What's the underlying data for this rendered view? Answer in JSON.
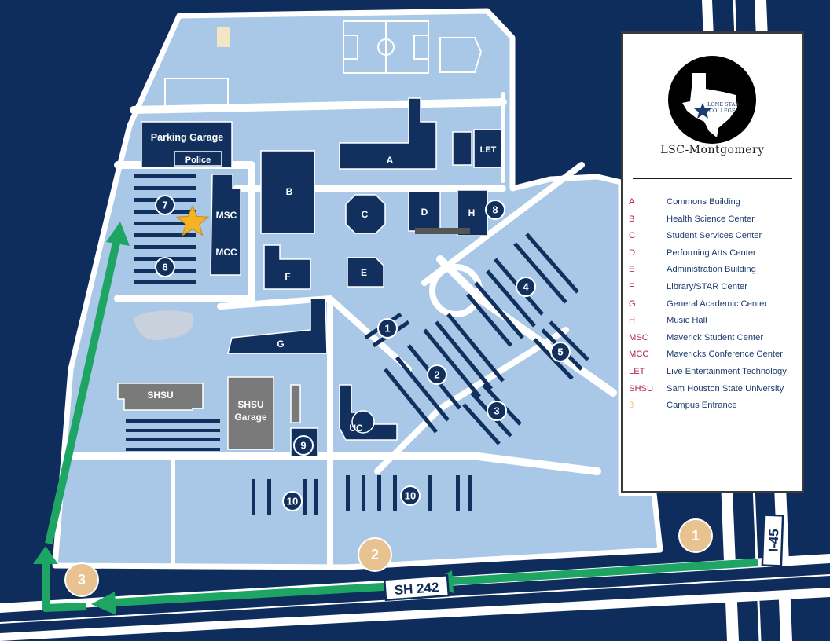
{
  "map": {
    "buildings": {
      "parking_garage": "Parking Garage",
      "police": "Police",
      "msc": "MSC",
      "mcc": "MCC",
      "a": "A",
      "b": "B",
      "c": "C",
      "d": "D",
      "e": "E",
      "f": "F",
      "g": "G",
      "h": "H",
      "let": "LET",
      "uc": "UC",
      "shsu": "SHSU",
      "shsu_garage_line1": "SHSU",
      "shsu_garage_line2": "Garage"
    },
    "parking_lots": [
      {
        "key": "lot-1",
        "number": "1"
      },
      {
        "key": "lot-2",
        "number": "2"
      },
      {
        "key": "lot-3",
        "number": "3"
      },
      {
        "key": "lot-4",
        "number": "4"
      },
      {
        "key": "lot-5",
        "number": "5"
      },
      {
        "key": "lot-6",
        "number": "6"
      },
      {
        "key": "lot-7",
        "number": "7"
      },
      {
        "key": "lot-8",
        "number": "8"
      },
      {
        "key": "lot-9",
        "number": "9"
      },
      {
        "key": "lot-10a",
        "number": "10"
      },
      {
        "key": "lot-10b",
        "number": "10"
      }
    ],
    "entrances": [
      "1",
      "2",
      "3"
    ],
    "highways": {
      "interstate": "I-45",
      "state_highway": "SH 242"
    },
    "marker": "star-marker"
  },
  "legend": {
    "logo_text_line1": "LONE STAR",
    "logo_text_line2": "COLLEGE",
    "campus_name": "LSC-Montgomery",
    "items": [
      {
        "code": "A",
        "name": "Commons Building"
      },
      {
        "code": "B",
        "name": "Health Science Center"
      },
      {
        "code": "C",
        "name": "Student Services Center"
      },
      {
        "code": "D",
        "name": "Performing Arts Center"
      },
      {
        "code": "E",
        "name": "Administration Building"
      },
      {
        "code": "F",
        "name": "Library/STAR Center"
      },
      {
        "code": "G",
        "name": "General Academic Center"
      },
      {
        "code": "H",
        "name": "Music Hall"
      },
      {
        "code": "MSC",
        "name": "Maverick Student Center"
      },
      {
        "code": "MCC",
        "name": "Mavericks Conference Center"
      },
      {
        "code": "LET",
        "name": "Live Entertainment Technology"
      },
      {
        "code": "SHSU",
        "name": "Sam Houston State University"
      },
      {
        "code": "3",
        "name": "Campus Entrance"
      }
    ]
  },
  "colors": {
    "background": "#0f2d5c",
    "campus": "#a9c8e8",
    "road": "#ffffff",
    "building": "#12305e",
    "route": "#1ea463",
    "entrance": "#e8c28f",
    "star": "#f5b324",
    "legend_code": "#b2264a",
    "legend_name": "#1e3d6f"
  }
}
